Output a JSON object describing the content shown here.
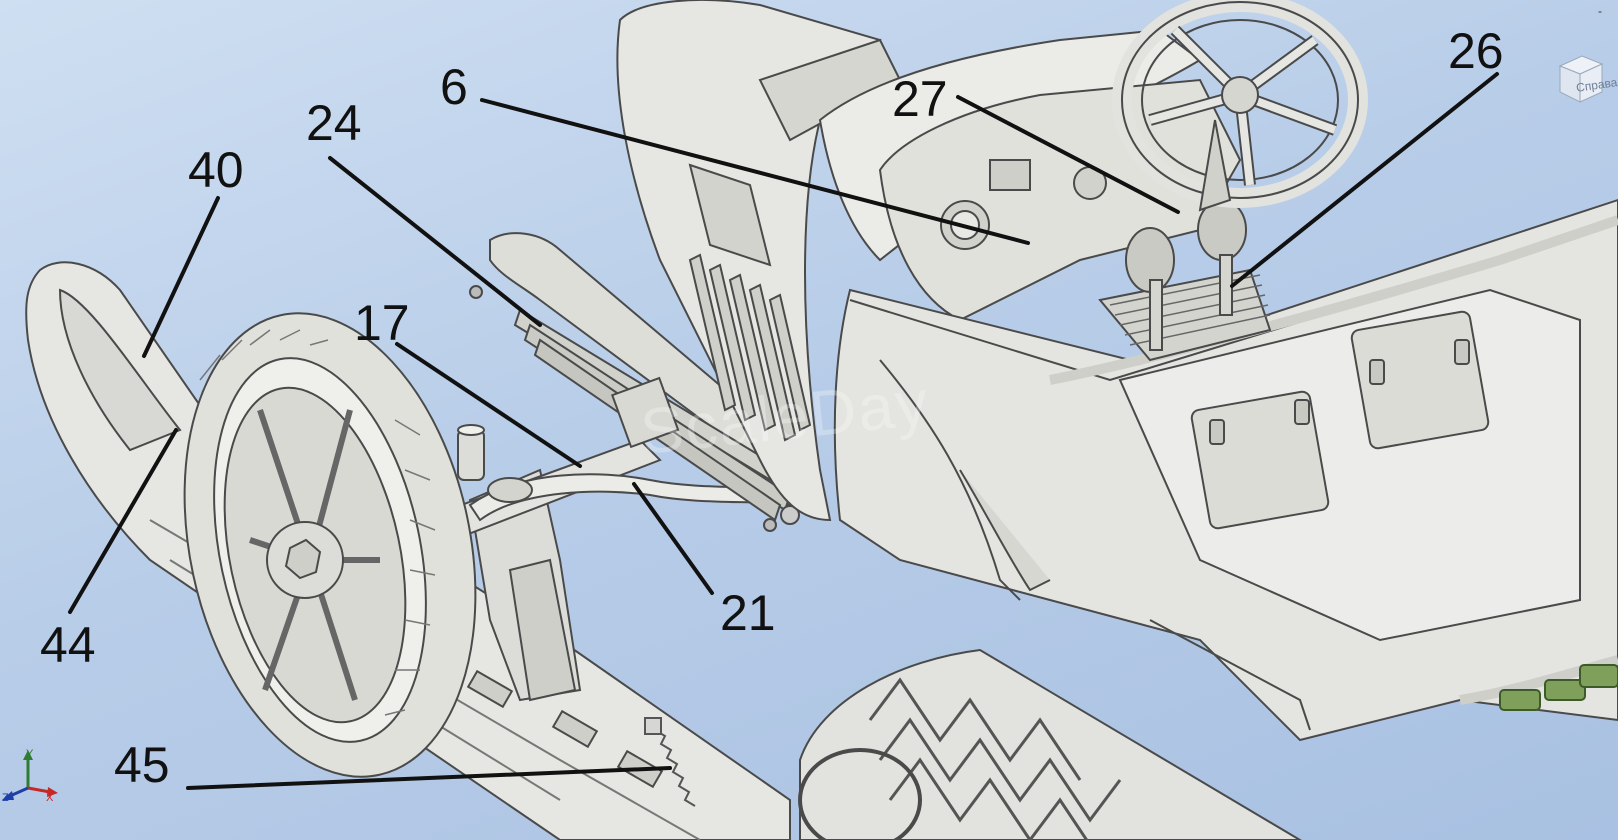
{
  "viewport": {
    "background_top": "#cfdff2",
    "background_bottom": "#a9c1e2",
    "model_color": "#e6e6e3",
    "model_shade": "#bdbdb8",
    "edge_color": "#4a4a4a",
    "accent_green": "#7fa05a"
  },
  "callouts": [
    {
      "id": "6",
      "label": "6"
    },
    {
      "id": "24",
      "label": "24"
    },
    {
      "id": "40",
      "label": "40"
    },
    {
      "id": "17",
      "label": "17"
    },
    {
      "id": "27",
      "label": "27"
    },
    {
      "id": "26",
      "label": "26"
    },
    {
      "id": "44",
      "label": "44"
    },
    {
      "id": "21",
      "label": "21"
    },
    {
      "id": "45",
      "label": "45"
    }
  ],
  "viewcube": {
    "face_label": "Справа",
    "icon": "viewcube-icon"
  },
  "triad": {
    "x": "X",
    "y": "Y",
    "z": "Z",
    "icon": "axis-triad-icon"
  },
  "watermark": "ScaleDay",
  "corner_mark": "-"
}
